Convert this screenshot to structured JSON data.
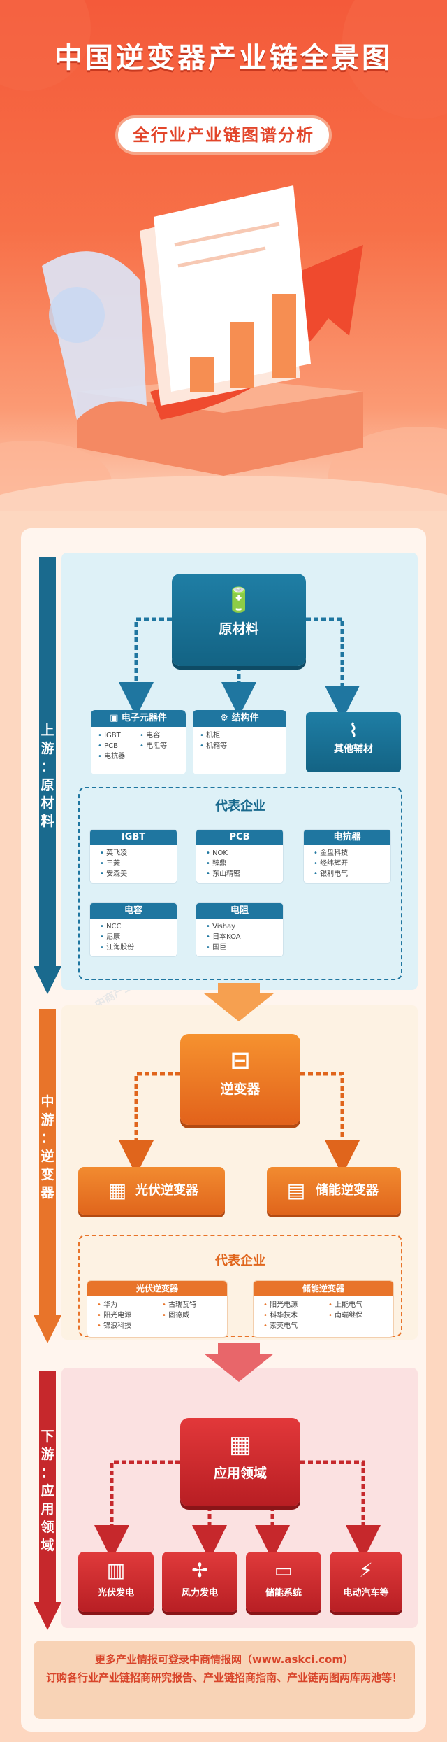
{
  "header": {
    "title": "中国逆变器产业链全景图",
    "subtitle": "全行业产业链图谱分析"
  },
  "colors": {
    "upstream": "#1a6a8e",
    "midstream": "#e8742a",
    "downstream": "#c6282c",
    "hero_bg": "#f45a3a"
  },
  "upstream": {
    "side_label": [
      "上",
      "游",
      "：",
      "原",
      "材",
      "料"
    ],
    "hub": {
      "label": "原材料",
      "icon": "battery-icon"
    },
    "categories": [
      {
        "title": "电子元器件",
        "icon": "chip-icon",
        "items": [
          "IGBT",
          "电容",
          "PCB",
          "电阻等",
          "电抗器"
        ]
      },
      {
        "title": "结构件",
        "icon": "gear-icon",
        "items": [
          "机柜",
          "机箱等"
        ]
      },
      {
        "title": "其他辅材",
        "icon": "coil-icon",
        "items": []
      }
    ],
    "enterprise_title": "代表企业",
    "enterprises": [
      {
        "title": "IGBT",
        "items": [
          "英飞凌",
          "三菱",
          "安森美"
        ]
      },
      {
        "title": "PCB",
        "items": [
          "NOK",
          "臻鼎",
          "东山精密"
        ]
      },
      {
        "title": "电抗器",
        "items": [
          "金盘科技",
          "经纬辉开",
          "银利电气"
        ]
      },
      {
        "title": "电容",
        "items": [
          "NCC",
          "尼康",
          "江海股份"
        ]
      },
      {
        "title": "电阻",
        "items": [
          "Vishay",
          "日本KOA",
          "国巨"
        ]
      }
    ]
  },
  "midstream": {
    "side_label": [
      "中",
      "游",
      "：",
      "逆",
      "变",
      "器"
    ],
    "hub": {
      "label": "逆变器",
      "icon": "inverter-icon"
    },
    "types": [
      {
        "label": "光伏逆变器",
        "icon": "solar-panel-icon"
      },
      {
        "label": "储能逆变器",
        "icon": "meter-icon"
      }
    ],
    "enterprise_title": "代表企业",
    "enterprises": [
      {
        "title": "光伏逆变器",
        "items": [
          "华为",
          "古瑞瓦特",
          "阳光电源",
          "固德威",
          "锦浪科技"
        ]
      },
      {
        "title": "储能逆变器",
        "items": [
          "阳光电源",
          "上能电气",
          "科华技术",
          "南瑞继保",
          "索英电气"
        ]
      }
    ]
  },
  "downstream": {
    "side_label": [
      "下",
      "游",
      "：",
      "应",
      "用",
      "领",
      "域"
    ],
    "hub": {
      "label": "应用领域",
      "icon": "grid-icon"
    },
    "applications": [
      {
        "label": "光伏发电",
        "icon": "solar-panel-icon"
      },
      {
        "label": "风力发电",
        "icon": "wind-turbine-icon"
      },
      {
        "label": "储能系统",
        "icon": "battery-icon"
      },
      {
        "label": "电动汽车等",
        "icon": "car-charging-icon"
      }
    ]
  },
  "footer": {
    "line1": "更多产业情报可登录中商情报网（www.askci.com）",
    "line2": "订购各行业产业链招商研究报告、产业链招商指南、产业链两图两库两池等！"
  }
}
